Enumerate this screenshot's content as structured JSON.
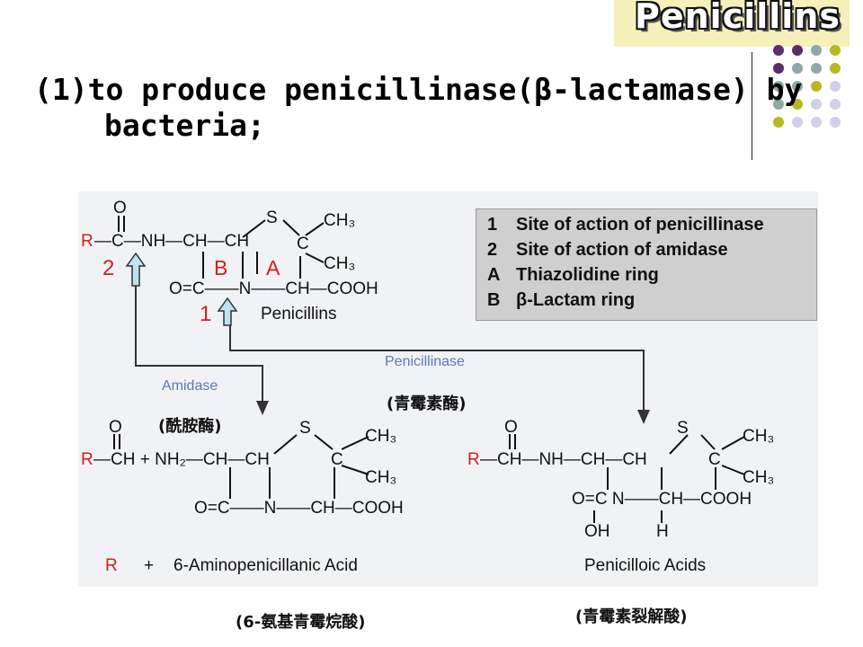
{
  "slide": {
    "title": "Penicillins",
    "heading_line1": "(1)to produce penicillinase(β-lactamase) by",
    "heading_line2": "bacteria;"
  },
  "legend": {
    "rows": [
      {
        "key": "1",
        "text": "Site of action of penicillinase"
      },
      {
        "key": "2",
        "text": "Site of action of amidase"
      },
      {
        "key": "A",
        "text": "Thiazolidine ring"
      },
      {
        "key": "B",
        "text": "β-Lactam ring"
      }
    ]
  },
  "top_structure": {
    "o": "O",
    "r": "R",
    "chain": "C—NH—CH—CH",
    "s": "S",
    "ch3_a": "CH₃",
    "c": "C",
    "ch3_b": "CH₃",
    "bottom": "O=C——N——CH—COOH",
    "ring_b": "B",
    "ring_a": "A",
    "site2": "2",
    "site1": "1",
    "name": "Penicillins"
  },
  "enzymes": {
    "amidase": "Amidase",
    "amidase_cn": "(酰胺酶)",
    "penicillinase": "Penicillinase",
    "penicillinase_cn": "(青霉素酶)"
  },
  "left_product": {
    "o": "O",
    "r": "R",
    "line": "—CH + NH₂—CH—CH",
    "s": "S",
    "ch3_a": "CH₃",
    "c": "C",
    "ch3_b": "CH₃",
    "bottom": "O=C——N——CH—COOH",
    "caption_r": "R",
    "caption_plus": "+",
    "caption": "6-Aminopenicillanic Acid",
    "caption_cn": "(6-氨基青霉烷酸)"
  },
  "right_product": {
    "o": "O",
    "r": "R",
    "line": "—CH—NH—CH—CH",
    "s": "S",
    "ch3_a": "CH₃",
    "c": "C",
    "ch3_b": "CH₃",
    "bottom": "O=C    N——CH—COOH",
    "oh": "OH",
    "h": "H",
    "caption": "Penicilloic Acids",
    "caption_cn": "(青霉素裂解酸)"
  },
  "colors": {
    "accent_red": "#d02020",
    "enzyme_blue": "#5a7bb8",
    "title_bg": "#f6f0bb",
    "dot_purple": "#5e2a6e",
    "dot_teal": "#8fa8a8",
    "dot_olive": "#b8b820",
    "dot_lavender": "#d0d0e8"
  }
}
